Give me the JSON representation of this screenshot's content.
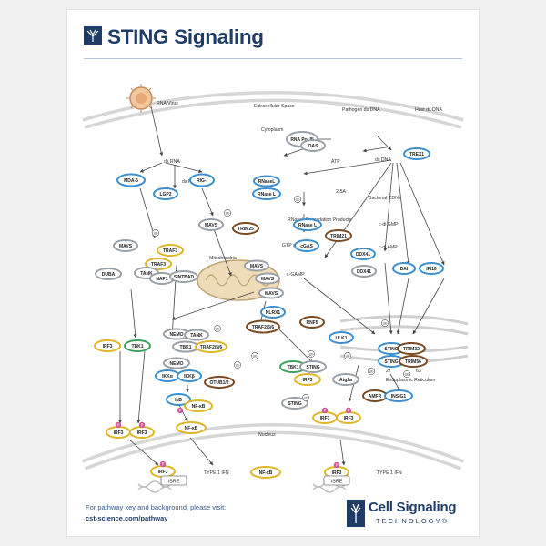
{
  "header": {
    "title": "STING Signaling"
  },
  "footer": {
    "note": "For pathway key and background, please visit:",
    "url": "cst-science.com/pathway"
  },
  "brand": {
    "name": "Cell Signaling",
    "tagline": "TECHNOLOGY®"
  },
  "colors": {
    "navy": "#1f3c66",
    "blue": "#3b8fd0",
    "yellow": "#e0b528",
    "green": "#3ea25c",
    "brown": "#7a4a22",
    "tan": "#c9ac86",
    "grey": "#9aa0a8",
    "pink": "#d0569a",
    "membrane": "#d8d8d8"
  },
  "labels": {
    "rna_virus": "RNA Virus",
    "extracellular": "Extracellular Space",
    "pathogen_dna": "Pathogen ds DNA",
    "host_dna": "Host ds DNA",
    "cytoplasm": "Cytoplasm",
    "ds_rna": "ds RNA",
    "ds_rna2": "ds RNA",
    "atp": "ATP",
    "two_five_a": "2-5A",
    "degradation": "RNaseL Degradation Products",
    "gtp_atp": "GTP and ATP",
    "cgamp": "c-GAMP",
    "bacterial_cdns": "Bacterial CDNs",
    "c_di_gmp": "c-di GMP",
    "c_di_amp": "c-di AMP",
    "mitochondria": "Mitochondria",
    "er": "Endoplasmic Reticulum",
    "n27": "27",
    "n63": "63",
    "nucleus": "Nucleus",
    "ds_dna": "ds DNA",
    "type1_ifn": "TYPE 1 IFN",
    "type1_ifn2": "TYPE 1 IFN",
    "ub": "Ub",
    "p": "P"
  },
  "nodes": {
    "rna_pol": "RNA Pol III",
    "oas": "OAS",
    "trex1": "TREX1",
    "mda5": "MDA-5",
    "lgp2": "LGP2",
    "rigi": "RIG-I",
    "rnasel1": "RNaseL",
    "rnasel2": "RNase L",
    "rnasel3": "RNase L",
    "mavs1": "MAVS",
    "trim25": "TRIM25",
    "mavs2": "MAVS",
    "traf3a": "TRAF3",
    "traf3b": "TRAF3",
    "tank1": "TANK",
    "duba": "DUBA",
    "nap1": "NAP1",
    "sintbad": "SINTBAD",
    "mavs3": "MAVS",
    "mavs4": "MAVS",
    "mavs5": "MAVS",
    "nlrx1": "NLRX1",
    "cgas": "cGAS",
    "trim21": "TRIM21",
    "ddx41a": "DDX41",
    "ddx41b": "DDX41",
    "dai": "DAI",
    "ifi16": "IFI16",
    "irf3a": "IRF3",
    "tbk1a": "TBK1",
    "nemo1": "NEMO",
    "tank2": "TANK",
    "tbk1b": "TBK1",
    "traf256a": "TRAF2/5/6",
    "traf256b": "TRAF2/5/6",
    "nemo2": "NEMO",
    "ikka": "IKKα",
    "ikkb": "IKKβ",
    "otub": "OTUB1/2",
    "ikb": "IκB",
    "nfkb1": "NF-κB",
    "nfkb2": "NF-κB",
    "irf3b": "IRF3",
    "irf3c": "IRF3",
    "irf3n": "IRF3",
    "nfkbn": "NF-κB",
    "rnf5": "RNF5",
    "ulk1": "ULK1",
    "tbk1c": "TBK1",
    "sting1": "STING",
    "irf3d": "IRF3",
    "sting2": "STING",
    "sting3": "STING",
    "trim32": "TRIM32",
    "trim56": "TRIM56",
    "atg9a": "Atg9a",
    "amfr": "AMFR",
    "insig1": "INSIG1",
    "sting4": "STING",
    "irf3e": "IRF3",
    "irf3f": "IRF3",
    "irf3n2": "IRF3",
    "isre1": "ISRE",
    "isre2": "ISRE"
  }
}
